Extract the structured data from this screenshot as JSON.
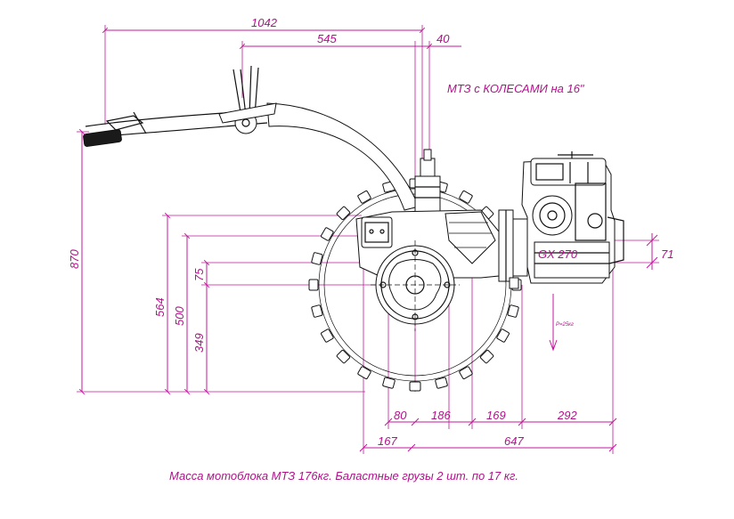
{
  "diagram": {
    "title": "МТЗ с КОЛЕСАМИ на  16\"",
    "engine_label": "GX 270",
    "force_label": "P=25кг",
    "caption": "Масса мотоблока МТЗ  176кг. Баластные грузы  2 шт. по 17 кг.",
    "colors": {
      "dimension": "#c2189c",
      "drawing": "#111111",
      "background": "#ffffff"
    },
    "dimensions": {
      "top": {
        "total_length": "1042",
        "handle_to_axis": "545",
        "axis_offset": "40"
      },
      "left": {
        "overall_height": "870",
        "h564": "564",
        "h500": "500",
        "h349": "349",
        "h75": "75"
      },
      "right": {
        "h71": "71"
      },
      "bottom_row1": {
        "d80": "80",
        "d186": "186",
        "d169": "169",
        "d292": "292"
      },
      "bottom_row2": {
        "d167": "167",
        "d647": "647"
      }
    }
  }
}
